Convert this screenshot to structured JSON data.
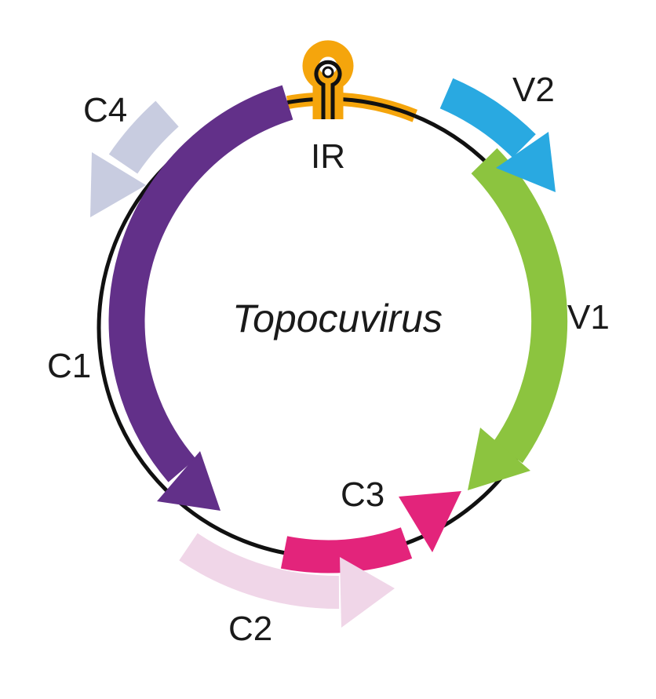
{
  "diagram": {
    "title": "Topocuvirus",
    "intergenic_region": {
      "label": "IR",
      "color": "#F5A50C"
    },
    "backbone_color": "#111111",
    "genes": [
      {
        "id": "V2",
        "label": "V2",
        "color": "#29A9E1",
        "strand": "outer"
      },
      {
        "id": "V1",
        "label": "V1",
        "color": "#8CC43F",
        "strand": "on-circle"
      },
      {
        "id": "C3",
        "label": "C3",
        "color": "#E3247B",
        "strand": "on-circle"
      },
      {
        "id": "C2",
        "label": "C2",
        "color": "#F0D6E8",
        "strand": "outer"
      },
      {
        "id": "C1",
        "label": "C1",
        "color": "#623089",
        "strand": "on-circle"
      },
      {
        "id": "C4",
        "label": "C4",
        "color": "#C8CCE0",
        "strand": "outer"
      }
    ]
  }
}
